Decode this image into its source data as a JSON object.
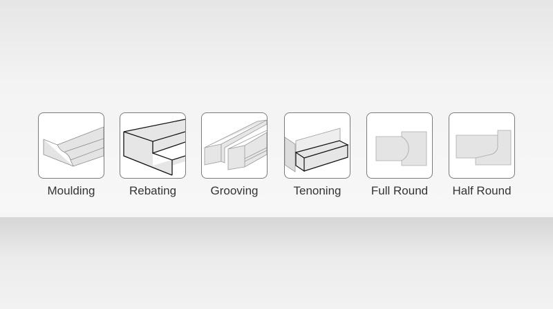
{
  "items": [
    {
      "label": "Moulding",
      "icon": "moulding-icon"
    },
    {
      "label": "Rebating",
      "icon": "rebating-icon"
    },
    {
      "label": "Grooving",
      "icon": "grooving-icon"
    },
    {
      "label": "Tenoning",
      "icon": "tenoning-icon"
    },
    {
      "label": "Full Round",
      "icon": "full-round-icon"
    },
    {
      "label": "Half Round",
      "icon": "half-round-icon"
    }
  ]
}
